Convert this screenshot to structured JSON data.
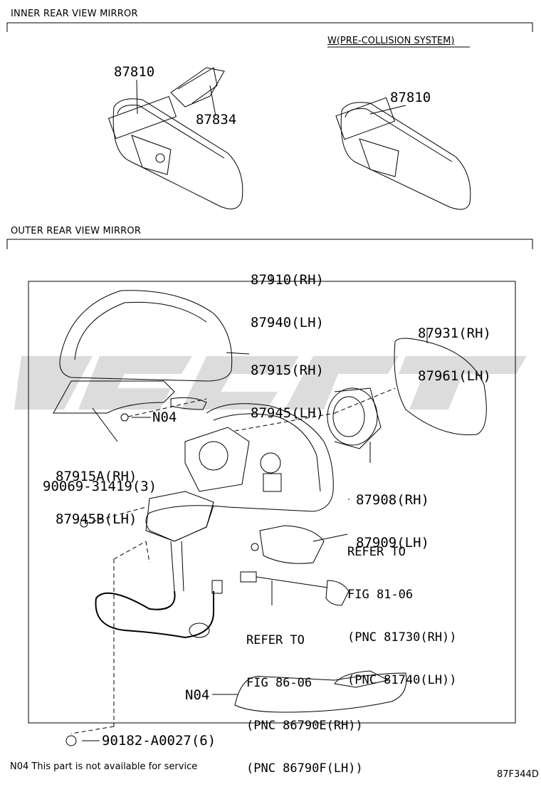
{
  "sections": {
    "inner": "INNER REAR VIEW MIRROR",
    "outer": "OUTER REAR VIEW MIRROR"
  },
  "condition": "W(PRE-COLLISION SYSTEM)",
  "parts": {
    "p87810a": "87810",
    "p87834": "87834",
    "p87810b": "87810",
    "p87910": [
      "87910(RH)",
      "87940(LH)"
    ],
    "p87931": [
      "87931(RH)",
      "87961(LH)"
    ],
    "p87915": [
      "87915(RH)",
      "87945(LH)"
    ],
    "n04a": "N04",
    "p87915a": [
      "87915A(RH)",
      "87945B(LH)"
    ],
    "p90069": "90069-31419(3)",
    "p87908": [
      "87908(RH)",
      "87909(LH)"
    ],
    "n04b": "N04",
    "p90182": "90182-A0027(6)"
  },
  "refs": {
    "fig81": [
      "REFER TO",
      "FIG 81-06",
      "(PNC 81730(RH))",
      "(PNC 81740(LH))"
    ],
    "fig86": [
      "REFER TO",
      "FIG 86-06",
      "(PNC 86790E(RH))",
      "(PNC 86790F(LH))"
    ]
  },
  "footnote": "N04 This part is not available for service",
  "diagram_code": "87F344D",
  "colors": {
    "line": "#000000",
    "watermark": "#d9d9d9"
  }
}
